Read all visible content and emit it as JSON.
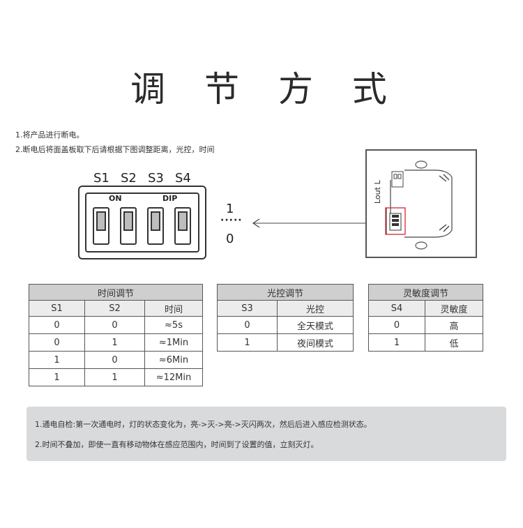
{
  "title": "调 节 方 式",
  "steps": [
    "1.将产品进行断电。",
    "2.断电后将面盖板取下后请根据下图调整距离，光控，时间"
  ],
  "dip": {
    "labels": [
      "S1",
      "S2",
      "S3",
      "S4"
    ],
    "on_label": "ON",
    "dip_label": "DIP",
    "scale_top": "1",
    "scale_dots": "·····",
    "scale_bottom": "0"
  },
  "device": {
    "lout_label": "Lout L"
  },
  "tables": {
    "time": {
      "title": "时间调节",
      "headers": [
        "S1",
        "S2",
        "时间"
      ],
      "rows": [
        [
          "0",
          "0",
          "≈5s"
        ],
        [
          "0",
          "1",
          "≈1Min"
        ],
        [
          "1",
          "0",
          "≈6Min"
        ],
        [
          "1",
          "1",
          "≈12Min"
        ]
      ]
    },
    "light": {
      "title": "光控调节",
      "headers": [
        "S3",
        "光控"
      ],
      "rows": [
        [
          "0",
          "全天模式"
        ],
        [
          "1",
          "夜间模式"
        ]
      ]
    },
    "sensitivity": {
      "title": "灵敏度调节",
      "headers": [
        "S4",
        "灵敏度"
      ],
      "rows": [
        [
          "0",
          "高"
        ],
        [
          "1",
          "低"
        ]
      ]
    }
  },
  "notes": [
    "1.通电自检:第一次通电时，灯的状态变化为，亮->灭->亮->灭闪两次，然后后进入感应检测状态。",
    "2.时间不叠加，即使一直有移动物体在感应范围内，时间到了设置的值，立刻灭灯。"
  ],
  "colors": {
    "table_header": "#cfcfcf",
    "table_subheader": "#ececec",
    "notes_bg": "#d9dadb",
    "highlight": "#d9363e"
  }
}
